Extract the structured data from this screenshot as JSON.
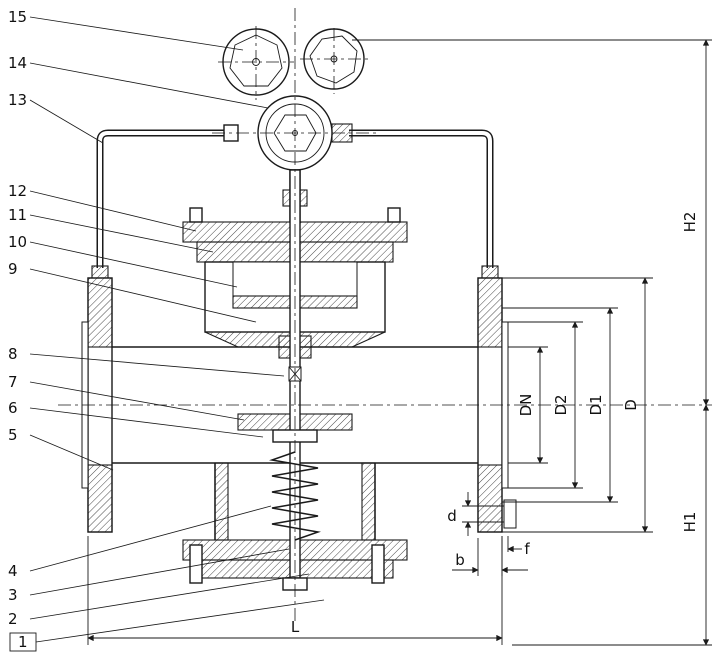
{
  "figure": {
    "ink": "#1a1a1a",
    "background": "#ffffff",
    "callouts": {
      "c15": "15",
      "c14": "14",
      "c13": "13",
      "c12": "12",
      "c11": "11",
      "c10": "10",
      "c9": "9",
      "c8": "8",
      "c7": "7",
      "c6": "6",
      "c5": "5",
      "c4": "4",
      "c3": "3",
      "c2": "2",
      "c1": "1"
    },
    "dimensions": {
      "H2": "H2",
      "H1": "H1",
      "D": "D",
      "D1": "D1",
      "D2": "D2",
      "DN": "DN",
      "L": "L",
      "b": "b",
      "d": "d",
      "f": "f"
    }
  }
}
